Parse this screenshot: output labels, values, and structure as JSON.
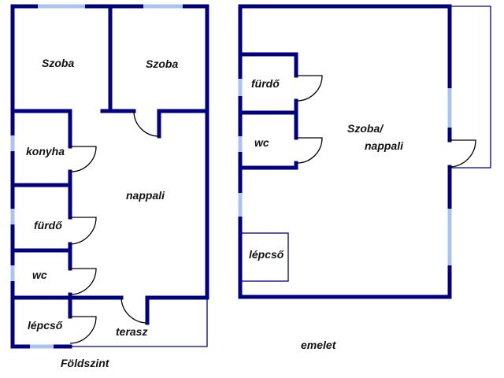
{
  "ground_floor": {
    "title": "Földszint",
    "rooms": [
      "Szoba",
      "Szoba",
      "konyha",
      "nappali",
      "fürdő",
      "wc",
      "lépcső",
      "terasz"
    ]
  },
  "upper_floor": {
    "title": "emelet",
    "rooms": [
      "Szoba/",
      "nappali",
      "fürdő",
      "wc",
      "lépcső"
    ]
  },
  "colors": {
    "wall": "#000080",
    "window": "#a9c4ee"
  }
}
